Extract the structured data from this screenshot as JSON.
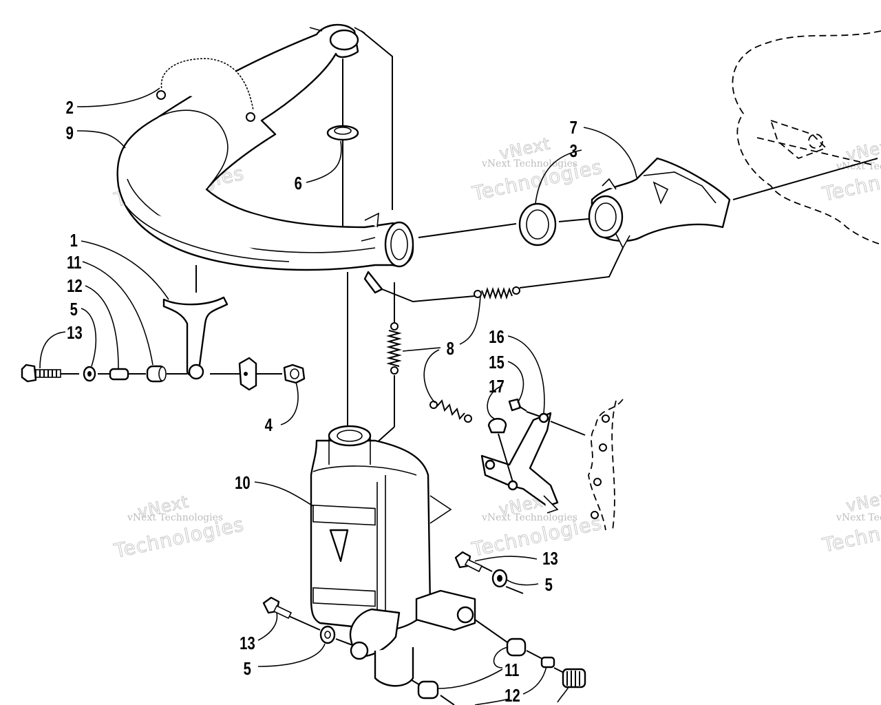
{
  "watermark": {
    "line1": "vNext",
    "line2": "Technologies",
    "small": "vNext Technologies"
  },
  "callouts": {
    "c1": "1",
    "c2": "2",
    "c3": "3",
    "c4": "4",
    "c5a": "5",
    "c5b": "5",
    "c5c": "5",
    "c6": "6",
    "c7": "7",
    "c8": "8",
    "c9": "9",
    "c10": "10",
    "c11a": "11",
    "c11b": "11",
    "c12a": "12",
    "c12b": "12",
    "c13a": "13",
    "c13b": "13",
    "c13c": "13",
    "c15": "15",
    "c16": "16",
    "c17": "17"
  }
}
